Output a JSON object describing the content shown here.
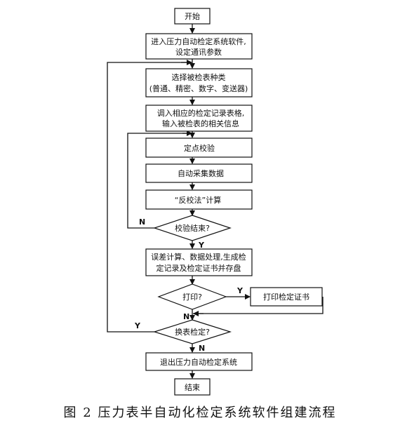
{
  "nodes": {
    "start": "开始",
    "enter": [
      "进入压力自动检定系统软件,",
      "设定通讯参数"
    ],
    "select": [
      "选择被检表种类",
      "(普通、精密、数字、变送器)"
    ],
    "load": [
      "调入相应的检定记录表格,",
      "输入被检表的相关信息"
    ],
    "fixpoint": "定点校验",
    "collect": "自动采集数据",
    "calc": "“反校法”计算",
    "check_end": "校验结束?",
    "process": [
      "误差计算、数据处理,生成检",
      "定记录及检定证书并存盘"
    ],
    "print_q": "打印?",
    "print_cert": "打印检定证书",
    "change_q": "换表检定?",
    "exit": "退出压力自动检定系统",
    "end": "结束"
  },
  "branch_labels": {
    "check_no": "N",
    "check_yes": "Y",
    "print_yes": "Y",
    "print_no": "N",
    "change_yes": "Y",
    "change_no": "N"
  },
  "caption": "图 2    压力表半自动化检定系统软件组建流程"
}
